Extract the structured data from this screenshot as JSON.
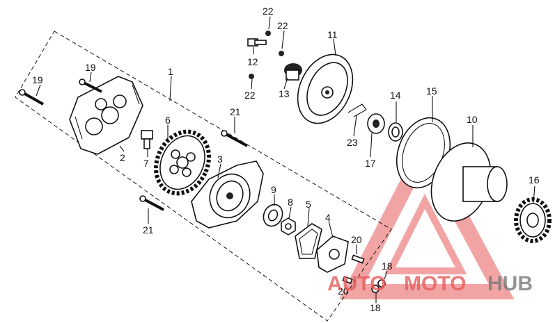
{
  "diagram": {
    "labels": {
      "l1": "1",
      "l2": "2",
      "l3": "3",
      "l4": "4",
      "l5": "5",
      "l6": "6",
      "l7": "7",
      "l8": "8",
      "l9": "9",
      "l10": "10",
      "l11": "11",
      "l12": "12",
      "l13": "13",
      "l14": "14",
      "l15": "15",
      "l16": "16",
      "l17": "17",
      "l18a": "18",
      "l18b": "18",
      "l19a": "19",
      "l19b": "19",
      "l20a": "20",
      "l20b": "20",
      "l21a": "21",
      "l21b": "21",
      "l22a": "22",
      "l22b": "22",
      "l22c": "22",
      "l23": "23"
    },
    "watermark": {
      "part1": "AUTO",
      "part2": "MOTO",
      "part3": "HUB",
      "color_red": "#e85b5b",
      "color_gray": "#7a7a7a"
    }
  }
}
